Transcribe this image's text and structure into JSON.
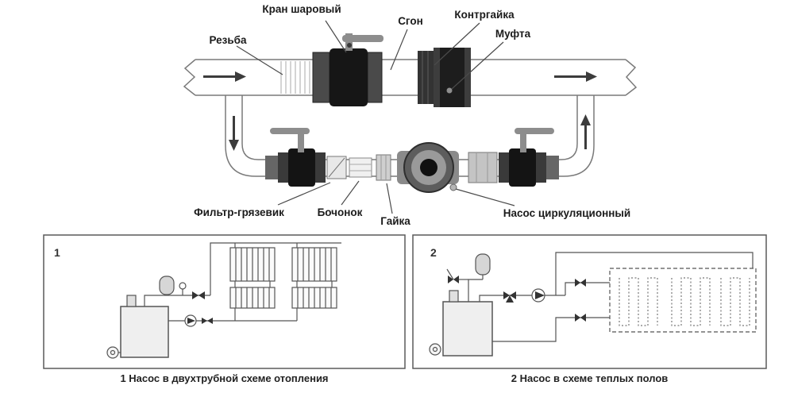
{
  "top_diagram": {
    "labels": {
      "ball_valve": "Кран шаровый",
      "union_pipe": "Сгон",
      "locknut": "Контргайка",
      "coupling": "Муфта",
      "thread": "Резьба",
      "filter": "Фильтр-грязевик",
      "barrel": "Бочонок",
      "nut": "Гайка",
      "pump": "Насос циркуляционный"
    }
  },
  "schemes": {
    "one": {
      "number": "1",
      "caption": "1 Насос в двухтрубной схеме отопления"
    },
    "two": {
      "number": "2",
      "caption": "2 Насос в схеме теплых полов"
    }
  },
  "colors": {
    "pipe_outline": "#7a7a7a",
    "dark_fitting": "#161616",
    "mid_fitting": "#4a4a4a",
    "handle_gray": "#8d8d8d",
    "text": "#1b1b1b"
  }
}
